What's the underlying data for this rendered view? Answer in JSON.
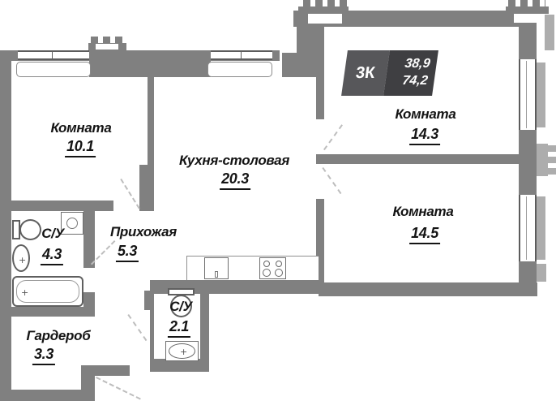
{
  "plan": {
    "badge": {
      "rooms_label": "3К",
      "upper_value": "38,9",
      "lower_value": "74,2"
    },
    "rooms": [
      {
        "id": "room-10-1",
        "name": "Комната",
        "area": "10.1"
      },
      {
        "id": "kitchen",
        "name": "Кухня-столовая",
        "area": "20.3"
      },
      {
        "id": "room-14-3",
        "name": "Комната",
        "area": "14.3"
      },
      {
        "id": "room-14-5",
        "name": "Комната",
        "area": "14.5"
      },
      {
        "id": "bathroom-4-3",
        "name": "С/У",
        "area": "4.3"
      },
      {
        "id": "hallway",
        "name": "Прихожая",
        "area": "5.3"
      },
      {
        "id": "wardrobe",
        "name": "Гардероб",
        "area": "3.3"
      },
      {
        "id": "bathroom-2-1",
        "name": "С/У",
        "area": "2.1"
      }
    ],
    "fixtures": [
      "toilet-icon",
      "washing-machine-icon",
      "sink-icon",
      "bathtub-icon",
      "kitchen-sink-icon",
      "stove-icon"
    ],
    "colors": {
      "wall": "#808080",
      "wall_light": "#adadad",
      "background": "#ffffff",
      "badge_left": "#57575a",
      "badge_right": "#3f3f42",
      "text": "#141414"
    }
  }
}
